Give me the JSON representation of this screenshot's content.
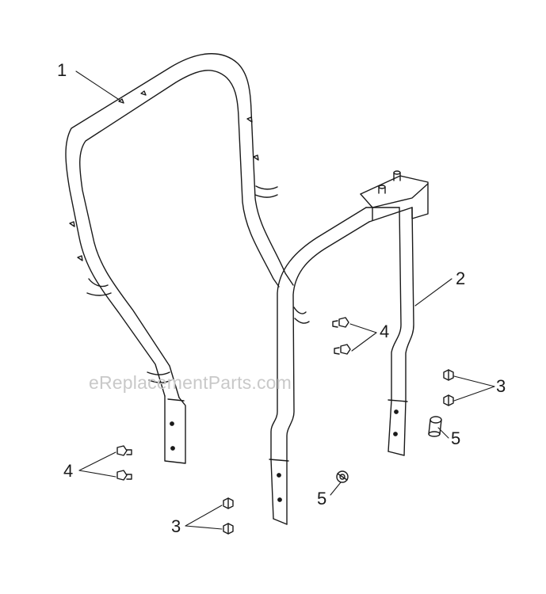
{
  "diagram": {
    "watermark": "eReplacementParts.com",
    "callouts": {
      "part_1": "1",
      "part_2": "2",
      "part_3_right": "3",
      "part_3_bottom": "3",
      "part_4_center": "4",
      "part_4_left": "4",
      "part_5_right": "5",
      "part_5_bottom": "5"
    },
    "colors": {
      "line": "#1a1a1a",
      "watermark": "#c9c9c9",
      "background": "#ffffff"
    }
  }
}
